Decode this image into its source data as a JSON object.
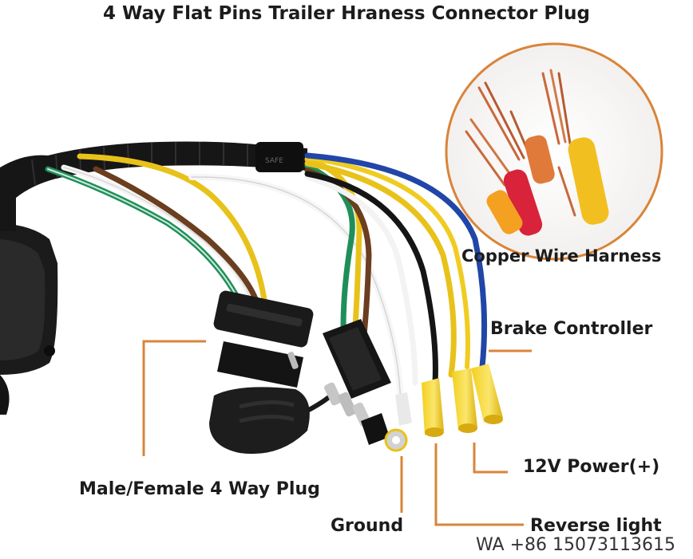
{
  "title": "4 Way Flat Pins Trailer Hraness Connector Plug",
  "labels": {
    "copper": "Copper Wire Harness",
    "brake": "Brake Controller",
    "power": "12V Power(+)",
    "plug": "Male/Female 4 Way Plug",
    "ground": "Ground",
    "reverse": "Reverse light"
  },
  "watermark": "WA +86 15073113615",
  "colors": {
    "leader": "#d9843a",
    "wire_green": "#1f8f5a",
    "wire_brown": "#6b3e1f",
    "wire_yellow": "#e8c21a",
    "wire_blue": "#2146a8",
    "wire_black": "#151515",
    "copper": "#c9683a"
  }
}
